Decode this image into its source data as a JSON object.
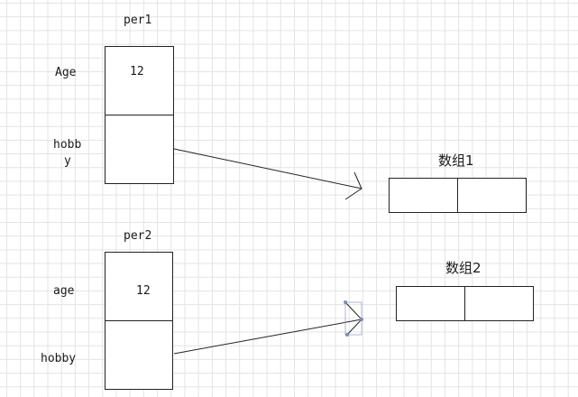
{
  "per1": {
    "title": "per1",
    "field1_label": "Age",
    "field1_value": "12",
    "field2_label_line1": "hobb",
    "field2_label_line2": "y"
  },
  "per2": {
    "title": "per2",
    "field1_label": "age",
    "field1_value": "12",
    "field2_label": "hobby"
  },
  "array1": {
    "title": "数组1"
  },
  "array2": {
    "title": "数组2"
  },
  "colors": {
    "stroke": "#222222",
    "grid": "#e3e3e3",
    "selection_handle": "#7a8fc0"
  }
}
